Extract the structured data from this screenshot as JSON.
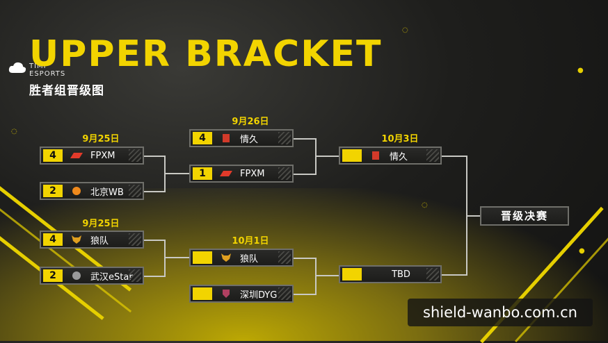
{
  "header": {
    "title": "UPPER BRACKET",
    "subtitle": "胜者组晋级图",
    "logo_text": "TIMI ESPORTS"
  },
  "colors": {
    "accent": "#f2d400",
    "box_border": "#6f6f6a",
    "text": "#ffffff"
  },
  "round1": {
    "dates": [
      "9月25日",
      "9月25日"
    ],
    "matches": [
      {
        "score": "4",
        "team": "FPXM",
        "logo": "fpx-logo"
      },
      {
        "score": "2",
        "team": "北京WB",
        "logo": "wb-logo"
      },
      {
        "score": "4",
        "team": "狼队",
        "logo": "wolves-logo"
      },
      {
        "score": "2",
        "team": "武汉eStar",
        "logo": "estar-logo"
      }
    ]
  },
  "round2": {
    "dates": [
      "9月26日",
      "10月1日"
    ],
    "matches": [
      {
        "score": "4",
        "team": "情久",
        "logo": "qingjiu-logo"
      },
      {
        "score": "1",
        "team": "FPXM",
        "logo": "fpx-logo"
      },
      {
        "score": "",
        "team": "狼队",
        "logo": "wolves-logo"
      },
      {
        "score": "",
        "team": "深圳DYG",
        "logo": "dyg-logo"
      }
    ]
  },
  "round3": {
    "dates": [
      "10月3日"
    ],
    "matches": [
      {
        "score": "",
        "team": "情久",
        "logo": "qingjiu-logo"
      },
      {
        "score": "",
        "team": "TBD",
        "logo": ""
      }
    ]
  },
  "final": {
    "label": "晋级决赛"
  },
  "watermark": "shield-wanbo.com.cn"
}
